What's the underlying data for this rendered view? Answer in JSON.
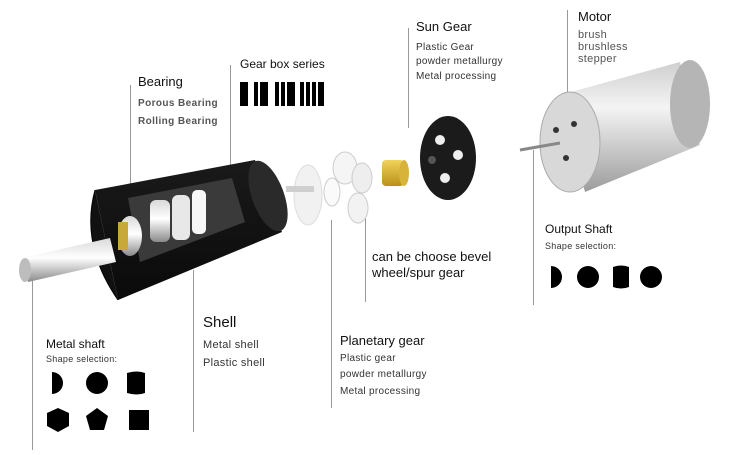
{
  "bearing": {
    "title": "Bearing",
    "items": [
      "Porous Bearing",
      "Rolling Bearing"
    ]
  },
  "gearbox_series": {
    "title": "Gear box series"
  },
  "sun_gear": {
    "title": "Sun Gear",
    "items": [
      "Plastic Gear",
      "powder metallurgy",
      "Metal processing"
    ]
  },
  "motor": {
    "title": "Motor",
    "items": [
      "brush",
      "brushless",
      "stepper"
    ]
  },
  "output_shaft": {
    "title": "Output Shaft",
    "subtitle": "Shape selection:"
  },
  "bevel_note": {
    "line1": "can be choose bevel",
    "line2": "wheel/spur gear"
  },
  "shell": {
    "title": "Shell",
    "items": [
      "Metal shell",
      "Plastic shell"
    ]
  },
  "planetary_gear": {
    "title": "Planetary gear",
    "items": [
      "Plastic gear",
      "powder metallurgy",
      "Metal processing"
    ]
  },
  "metal_shaft": {
    "title": "Metal shaft",
    "subtitle": "Shape selection:"
  }
}
